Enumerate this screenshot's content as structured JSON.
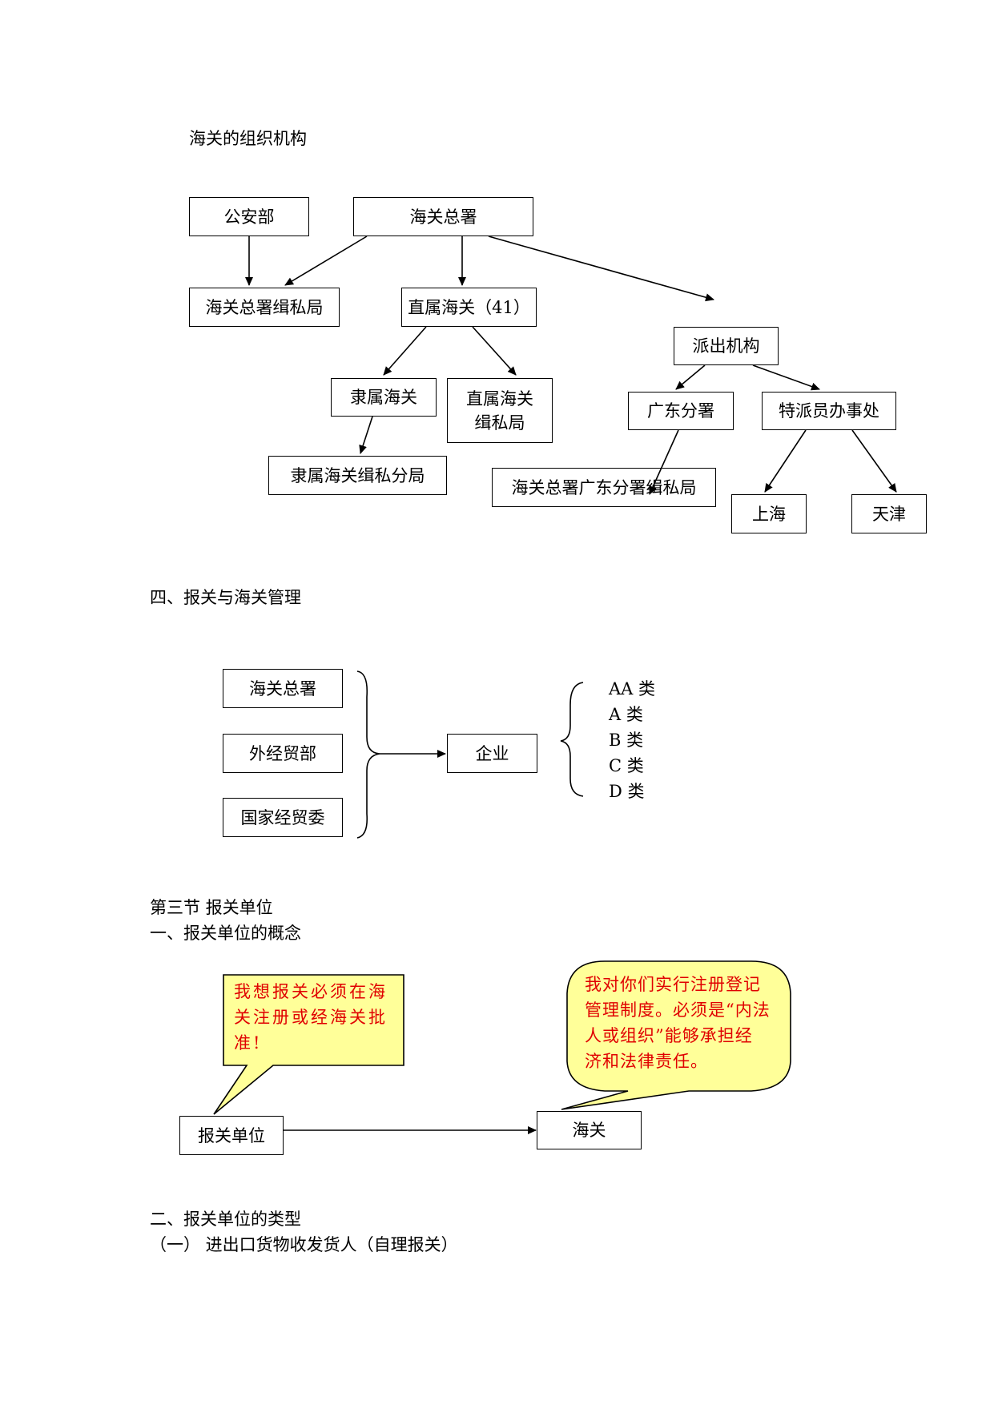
{
  "section1": {
    "title": "海关的组织机构",
    "nodes": {
      "gonganbu": "公安部",
      "zongshu": "海关总署",
      "jisiju": "海关总署缉私局",
      "zhishu": "直属海关（41）",
      "paichu": "派出机构",
      "lishu": "隶属海关",
      "zhishu_jisi_1": "直属海关",
      "zhishu_jisi_2": "缉私局",
      "guangdong": "广东分署",
      "tepai": "特派员办事处",
      "lishu_jisi": "隶属海关缉私分局",
      "gd_jisi": "海关总署广东分署缉私局",
      "shanghai": "上海",
      "tianjin": "天津"
    }
  },
  "section2": {
    "title": "四、报关与海关管理",
    "left_boxes": [
      "海关总署",
      "外经贸部",
      "国家经贸委"
    ],
    "center_box": "企业",
    "classes": [
      "AA 类",
      "A 类",
      "B 类",
      "C 类",
      "D 类"
    ]
  },
  "section3": {
    "heading": "第三节  报关单位",
    "subheading": "一、报关单位的概念",
    "bubble_left": [
      "我想报关必须在海",
      "关注册或经海关批",
      "准!"
    ],
    "bubble_right": [
      "我对你们实行注册登记",
      "管理制度。必须是“内法",
      "人或组织”能够承担经",
      "济和法律责任。"
    ],
    "box_left": "报关单位",
    "box_right": "海关",
    "bubble_color": "#ffff99",
    "bubble_text_color": "#e00000"
  },
  "section4": {
    "title": "二、报关单位的类型",
    "item": "（一）  进出口货物收发货人（自理报关）"
  }
}
